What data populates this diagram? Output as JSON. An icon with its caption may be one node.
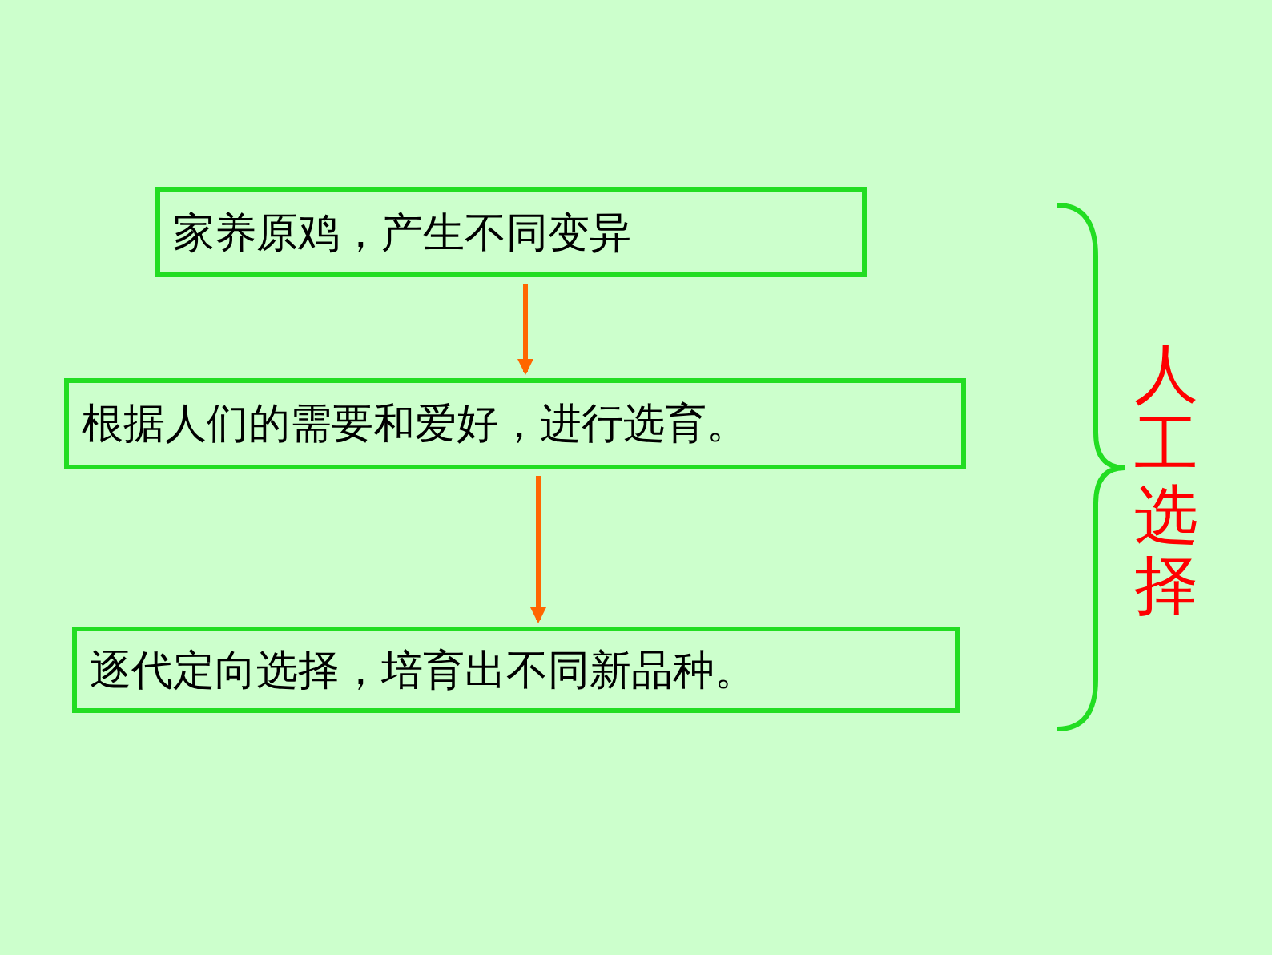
{
  "diagram": {
    "nodes": [
      {
        "text": [
          "家养原鸡，产生不同变异"
        ]
      },
      {
        "text": [
          "根据人们的需要和爱好，进行选育。"
        ]
      },
      {
        "text": [
          "逐代定向选择，培育出不同新品种。"
        ]
      }
    ],
    "edges": [
      {
        "from": 0,
        "to": 1,
        "arrow": "to"
      },
      {
        "from": 1,
        "to": 2,
        "arrow": "to"
      }
    ],
    "labels": [
      "人工选择"
    ]
  }
}
